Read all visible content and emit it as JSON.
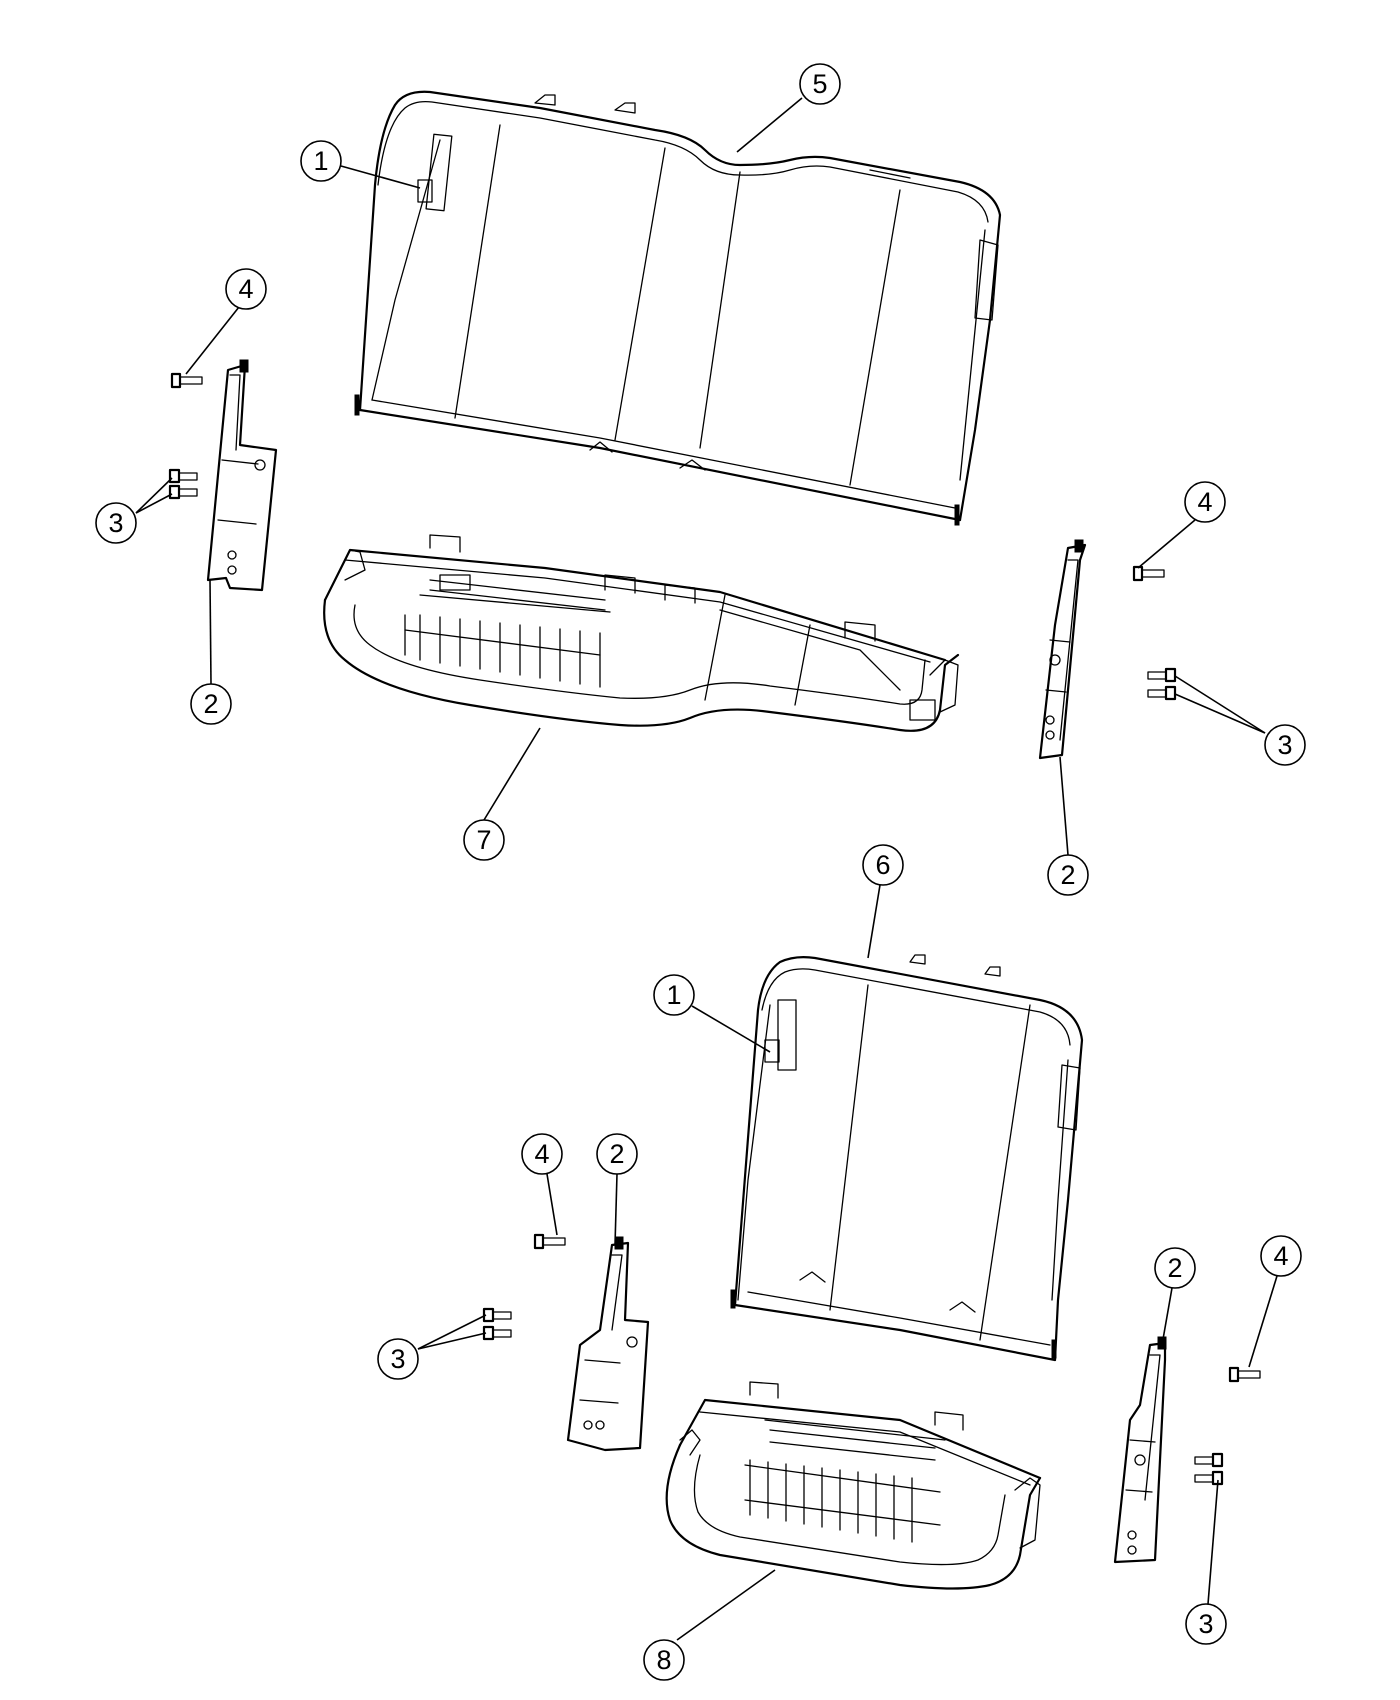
{
  "callouts": {
    "c1a": "1",
    "c1b": "1",
    "c2a": "2",
    "c2b": "2",
    "c2c": "2",
    "c2d": "2",
    "c3a": "3",
    "c3b": "3",
    "c3c": "3",
    "c3d": "3",
    "c4a": "4",
    "c4b": "4",
    "c4c": "4",
    "c4d": "4",
    "c5": "5",
    "c6": "6",
    "c7": "7",
    "c8": "8"
  }
}
